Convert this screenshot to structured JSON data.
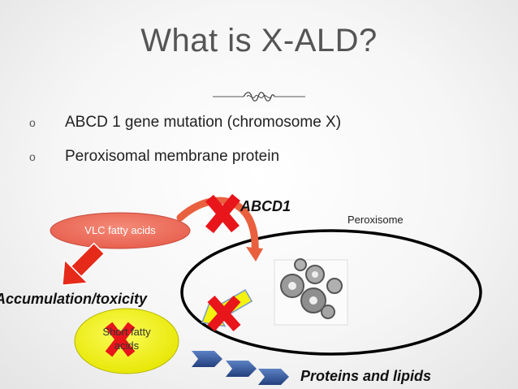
{
  "slide": {
    "title": "What is X-ALD?",
    "bullets": [
      {
        "marker": "o",
        "text": "ABCD 1 gene mutation (chromosome X)"
      },
      {
        "marker": "o",
        "text": "Peroxisomal membrane protein"
      }
    ]
  },
  "diagram": {
    "abcd1_label": "ABCD1",
    "peroxisome_label": "Peroxisome",
    "vlc_label": "VLC fatty acids",
    "accumulation_label": "Accumulation/toxicity",
    "short_fatty_line1": "Short fatty",
    "short_fatty_line2": "acids",
    "proteins_label": "Proteins and lipids"
  },
  "colors": {
    "cross": "#e8151b",
    "vlc_fill": "#ef7565",
    "short_fill": "#f2f216",
    "chevron": "#2f5ba6",
    "down_arrow": "#e62a1a",
    "yellow_arrow": "#f4f20f",
    "curve_arrow": "#e9603f"
  }
}
